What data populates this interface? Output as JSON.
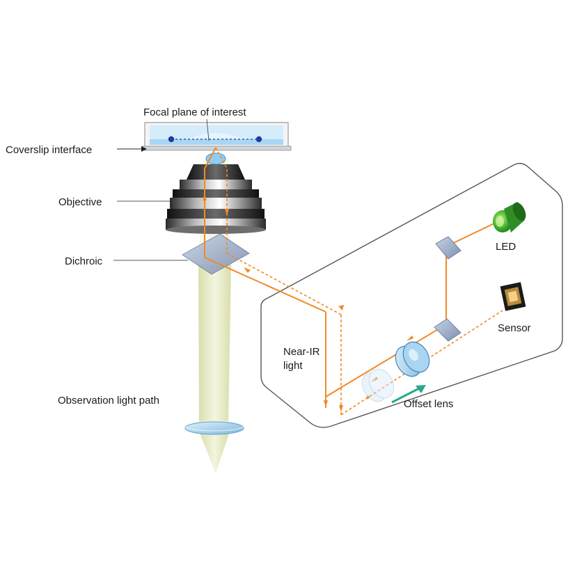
{
  "labels": {
    "focal_plane": "Focal plane of interest",
    "coverslip": "Coverslip interface",
    "objective": "Objective",
    "dichroic": "Dichroic",
    "observation": "Observation light path",
    "led": "LED",
    "sensor": "Sensor",
    "near_ir_line1": "Near-IR",
    "near_ir_line2": "light",
    "offset_lens": "Offset lens"
  },
  "colors": {
    "laser_path": "#f08a24",
    "observation_beam": "#e8ecc8",
    "glass_blue": "#9fd0f0",
    "led_green": "#2ca02c",
    "offset_arrow": "#2aa889",
    "module_border": "#555555"
  }
}
